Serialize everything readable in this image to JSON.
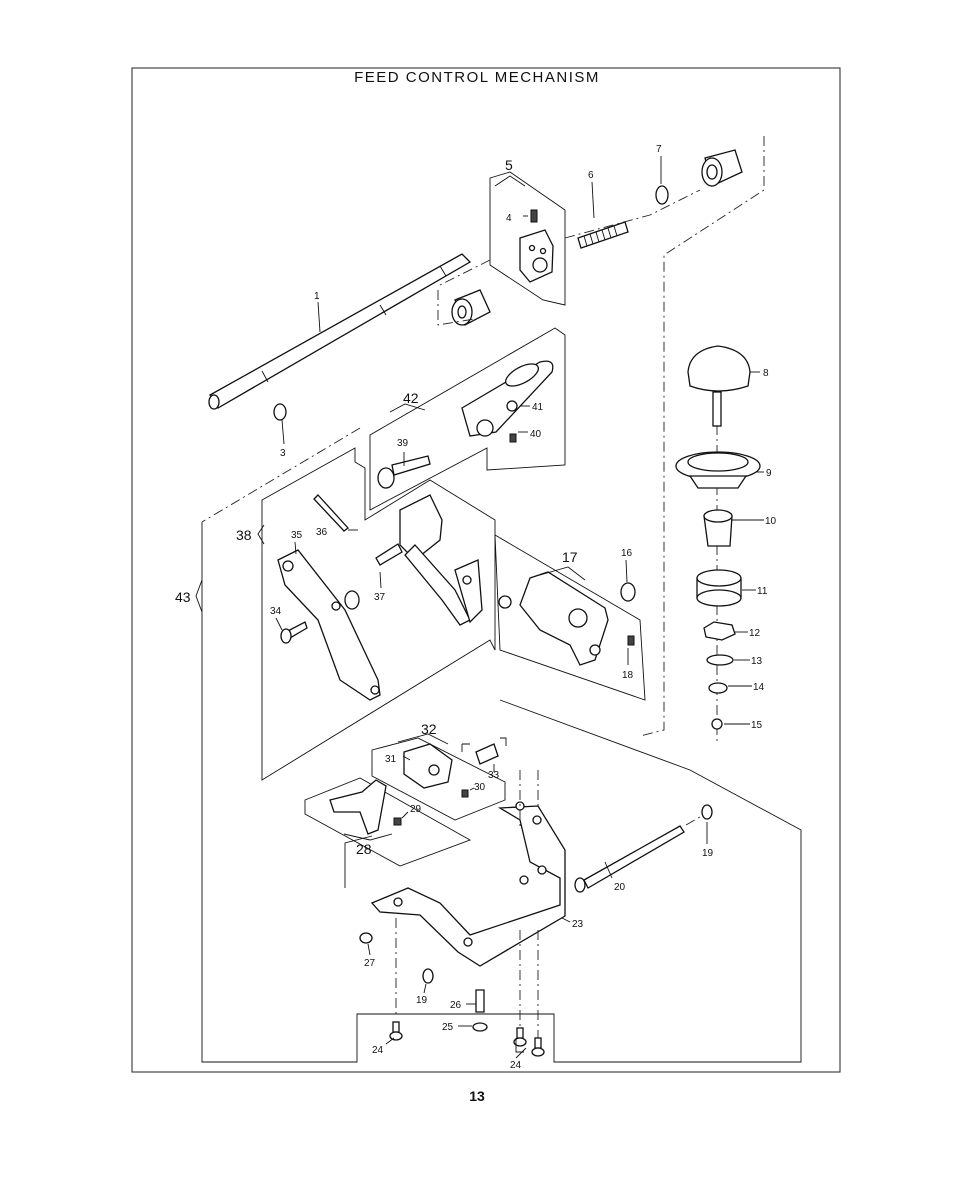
{
  "title": "FEED  CONTROL  MECHANISM",
  "page_number": "13",
  "callouts": {
    "c1": "1",
    "c3": "3",
    "c4": "4",
    "c5": "5",
    "c6": "6",
    "c7": "7",
    "c8": "8",
    "c9": "9",
    "c10": "10",
    "c11": "11",
    "c12": "12",
    "c13": "13",
    "c14": "14",
    "c15": "15",
    "c16": "16",
    "c17": "17",
    "c18": "18",
    "c19a": "19",
    "c19b": "19",
    "c20": "20",
    "c23": "23",
    "c24a": "24",
    "c24b": "24",
    "c25": "25",
    "c26": "26",
    "c27": "27",
    "c28": "28",
    "c29": "29",
    "c30": "30",
    "c31": "31",
    "c32": "32",
    "c33": "33",
    "c34": "34",
    "c35": "35",
    "c36": "36",
    "c37": "37",
    "c38": "38",
    "c39": "39",
    "c40": "40",
    "c41": "41",
    "c42": "42",
    "c43": "43"
  }
}
